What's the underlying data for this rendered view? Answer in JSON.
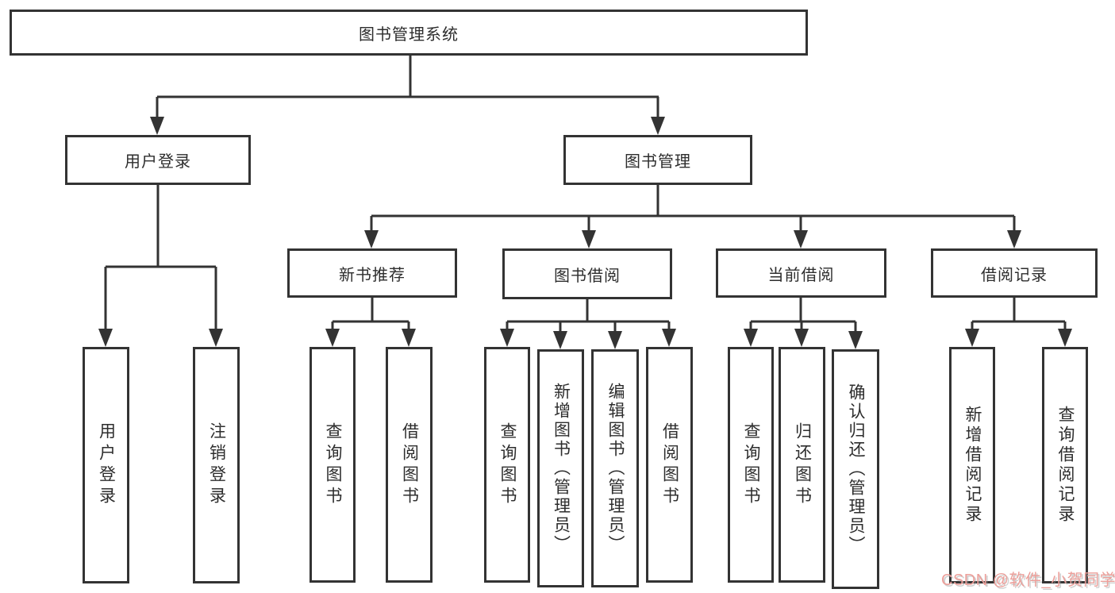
{
  "tree": {
    "root": "图书管理系统",
    "branches": [
      {
        "label": "用户登录",
        "children": [
          "用户登录",
          "注销登录"
        ]
      },
      {
        "label": "图书管理",
        "children": [
          {
            "label": "新书推荐",
            "children": [
              "查询图书",
              "借阅图书"
            ]
          },
          {
            "label": "图书借阅",
            "children": [
              "查询图书",
              "新增图书（管理员）",
              "编辑图书（管理员）",
              "借阅图书"
            ]
          },
          {
            "label": "当前借阅",
            "children": [
              "查询图书",
              "归还图书",
              "确认归还（管理员）"
            ]
          },
          {
            "label": "借阅记录",
            "children": [
              "新增借阅记录",
              "查询借阅记录"
            ]
          }
        ]
      }
    ]
  },
  "watermark": {
    "text": "CSDN @软件_小贺同学",
    "color": "#ec9f9a"
  },
  "colors": {
    "background": "#ffffff",
    "line": "#333333",
    "box_border": "#333333",
    "text": "#2d2d2d"
  }
}
